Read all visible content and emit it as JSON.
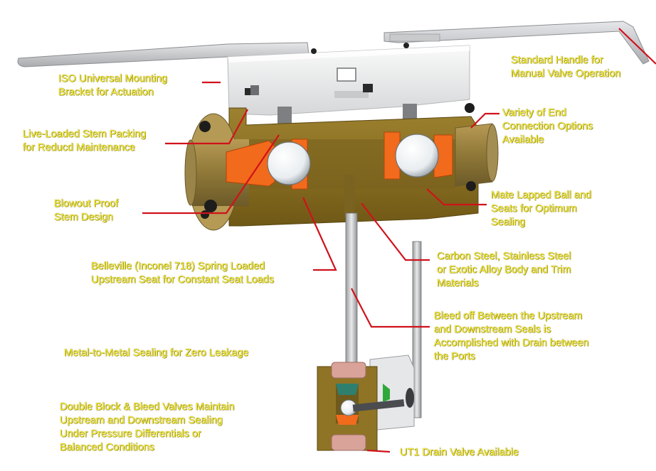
{
  "diagram": {
    "colors": {
      "callout_text": "#f6ec2a",
      "leader_line": "#d0121b",
      "body_bronze": "#8a6f22",
      "seat_orange": "#f26a1b",
      "bracket_white": "#f0f0f0",
      "handle_gray": "#cfd0d2",
      "packing_pink": "#d9a39a",
      "ball_white": "#f4f6f8"
    },
    "callouts": [
      {
        "id": "iso-bracket",
        "lines": [
          "ISO Universal Mounting",
          "Bracket for Actuation"
        ]
      },
      {
        "id": "stem-packing",
        "lines": [
          "Live-Loaded Stem Packing",
          "for Reducd Maintenance"
        ]
      },
      {
        "id": "blowout-stem",
        "lines": [
          "Blowout Proof",
          "Stem Design"
        ]
      },
      {
        "id": "belleville-seat",
        "lines": [
          "Belleville (Inconel 718) Spring Loaded",
          "Upstream Seat for Constant Seat Loads"
        ]
      },
      {
        "id": "metal-sealing",
        "lines": [
          "Metal-to-Metal Sealing for Zero Leakage"
        ]
      },
      {
        "id": "double-block",
        "lines": [
          "Double Block & Bleed Valves Maintain",
          "Upstream and Downstream Sealing",
          "Under Pressure Differentials or",
          "Balanced Conditions"
        ]
      },
      {
        "id": "standard-handle",
        "lines": [
          "Standard Handle for",
          "Manual Valve Operation"
        ]
      },
      {
        "id": "end-connection",
        "lines": [
          "Variety of End",
          "Connection Options",
          "Available"
        ]
      },
      {
        "id": "mate-lapped",
        "lines": [
          "Mate Lapped Ball and",
          "Seats for Optimum",
          "Sealing"
        ]
      },
      {
        "id": "body-materials",
        "lines": [
          "Carbon Steel, Stainless Steel",
          "or Exotic Alloy Body and Trim",
          "Materials"
        ]
      },
      {
        "id": "bleed-off",
        "lines": [
          "Bleed off Between the Upstream",
          "and Downstream Seals is",
          "Accomplished with Drain between",
          "the Ports"
        ]
      },
      {
        "id": "drain-valve",
        "lines": [
          "UT1 Drain Valve Available"
        ]
      }
    ]
  }
}
